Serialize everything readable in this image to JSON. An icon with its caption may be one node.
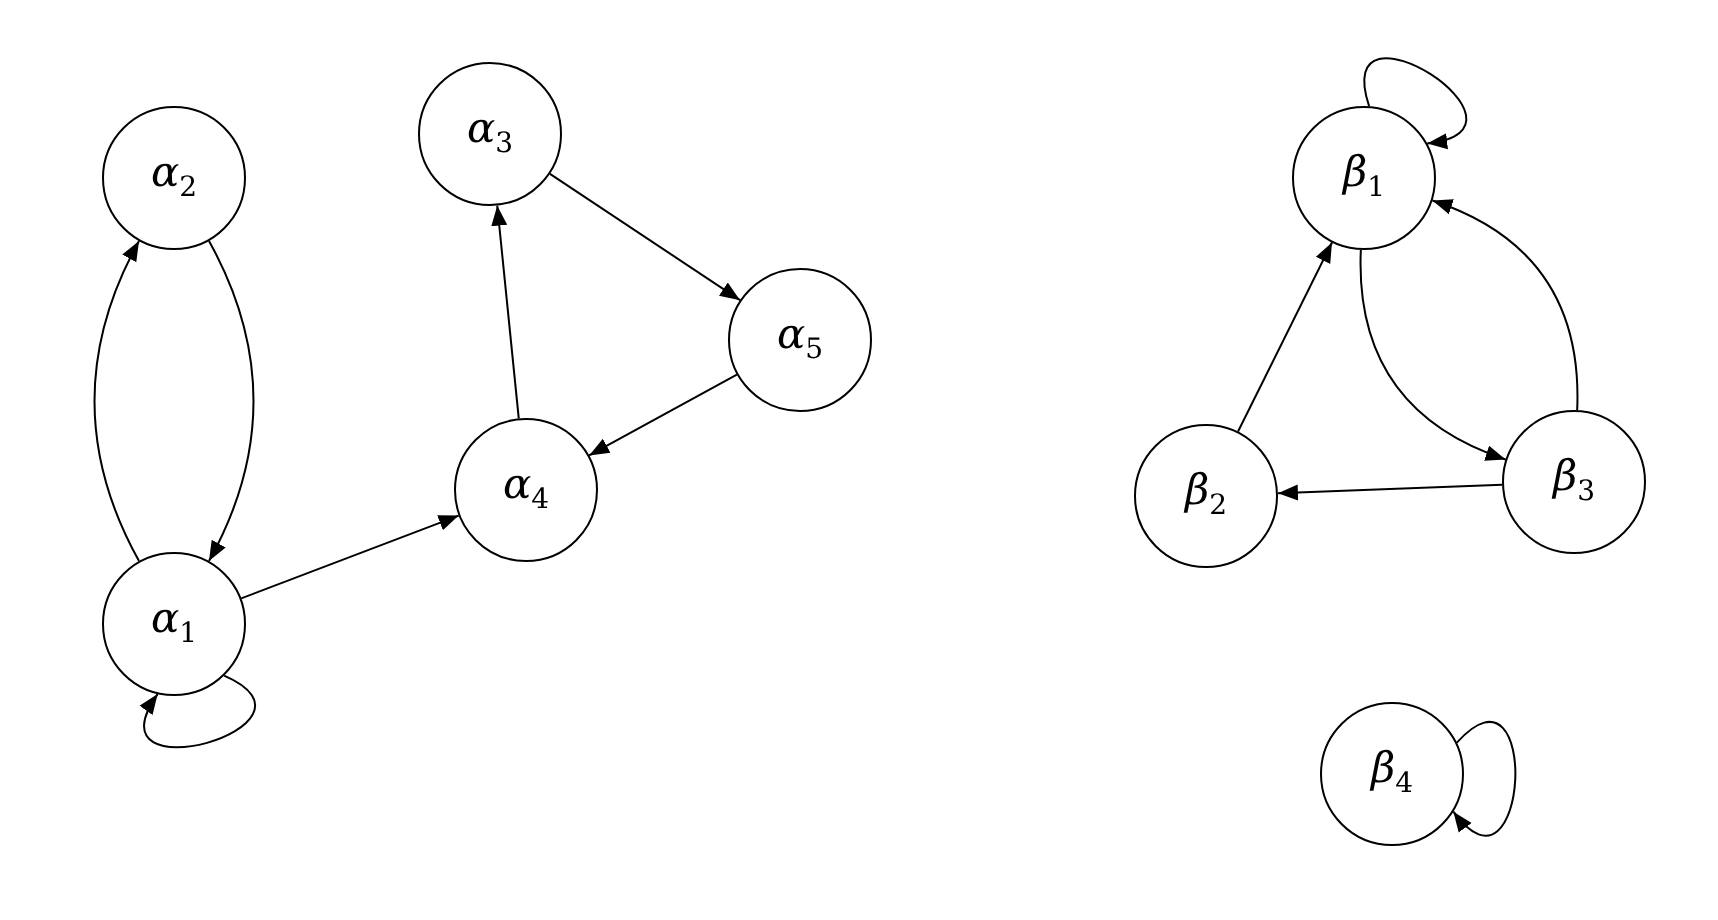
{
  "diagram": {
    "nodes": [
      {
        "text": [
          "α$_{1}$"
        ]
      },
      {
        "text": [
          "α$_{2}$"
        ]
      },
      {
        "text": [
          "α$_{3}$"
        ]
      },
      {
        "text": [
          "α$_{4}$"
        ]
      },
      {
        "text": [
          "α$_{5}$"
        ]
      },
      {
        "text": [
          "β$_{1}$"
        ]
      },
      {
        "text": [
          "β$_{2}$"
        ]
      },
      {
        "text": [
          "β$_{3}$"
        ]
      },
      {
        "text": [
          "β$_{4}$"
        ]
      }
    ],
    "edges": [
      {
        "from": 0,
        "to": 1,
        "arrow": "to"
      },
      {
        "from": 1,
        "to": 0,
        "arrow": "to"
      },
      {
        "from": 0,
        "to": 3,
        "arrow": "to"
      },
      {
        "from": 3,
        "to": 2,
        "arrow": "to"
      },
      {
        "from": 2,
        "to": 4,
        "arrow": "to"
      },
      {
        "from": 4,
        "to": 3,
        "arrow": "to"
      },
      {
        "from": 0,
        "to": 0,
        "arrow": "to"
      },
      {
        "from": 5,
        "to": 5,
        "arrow": "to"
      },
      {
        "from": 6,
        "to": 5,
        "arrow": "to"
      },
      {
        "from": 5,
        "to": 7,
        "arrow": "to"
      },
      {
        "from": 7,
        "to": 5,
        "arrow": "to"
      },
      {
        "from": 7,
        "to": 6,
        "arrow": "to"
      },
      {
        "from": 8,
        "to": 8,
        "arrow": "to"
      }
    ]
  }
}
